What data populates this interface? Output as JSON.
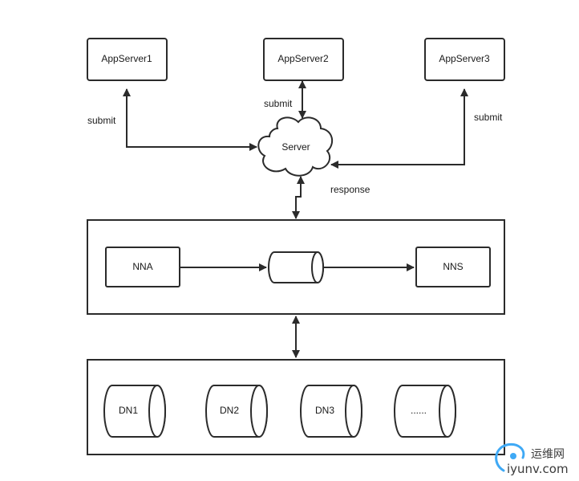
{
  "app_servers": [
    "AppServer1",
    "AppServer2",
    "AppServer3"
  ],
  "server_label": "Server",
  "edge_labels": {
    "submit_1": "submit",
    "submit_2": "submit",
    "submit_3": "submit",
    "response": "response"
  },
  "namenode": {
    "nna": "NNA",
    "nns": "NNS"
  },
  "datanodes": [
    "DN1",
    "DN2",
    "DN3",
    "......"
  ],
  "watermark": {
    "line1": "运维网",
    "line2": "iyunv.com"
  },
  "colors": {
    "stroke": "#2b2b2b",
    "watermark_blue": "#3fa9f5"
  }
}
